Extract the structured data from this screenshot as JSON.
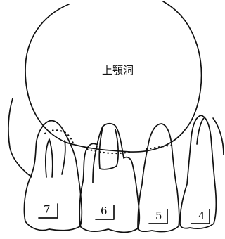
{
  "diagram": {
    "sinus_label": "上顎洞",
    "teeth": [
      {
        "id": "molar-2",
        "number": "7"
      },
      {
        "id": "molar-1",
        "number": "6"
      },
      {
        "id": "premolar-2",
        "number": "5"
      },
      {
        "id": "premolar-1",
        "number": "4"
      }
    ]
  }
}
